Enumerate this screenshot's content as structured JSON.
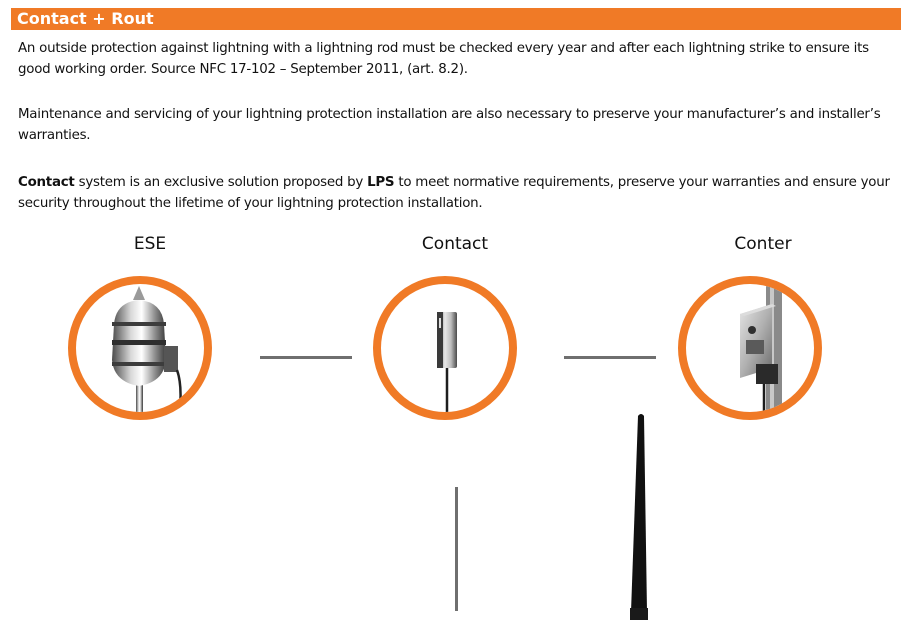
{
  "header": {
    "title": "Contact + Rout"
  },
  "paragraphs": {
    "p1": "An outside protection against lightning with a lightning rod must be checked every year and after each lightning strike to ensure its good working order. Source NFC 17-102 – September 2011, (art. 8.2).",
    "p2": "Maintenance and servicing of your lightning protection installation are also necessary to preserve your manufacturer’s and installer’s warranties.",
    "p3": {
      "bold1": "Contact",
      "text1": " system is an exclusive solution proposed by ",
      "bold2": "LPS",
      "text2": " to meet normative requirements, preserve your warranties and ensure your security throughout the lifetime of your lightning protection installation."
    }
  },
  "diagram": {
    "items": [
      {
        "title": "ESE",
        "icon": "lightning-rod-ese-icon"
      },
      {
        "title": "Contact",
        "icon": "contact-counter-device-icon"
      },
      {
        "title": "Conter",
        "icon": "lightning-counter-icon"
      }
    ],
    "accent_color": "#f07a26",
    "connector_color": "#6f6f6f"
  }
}
